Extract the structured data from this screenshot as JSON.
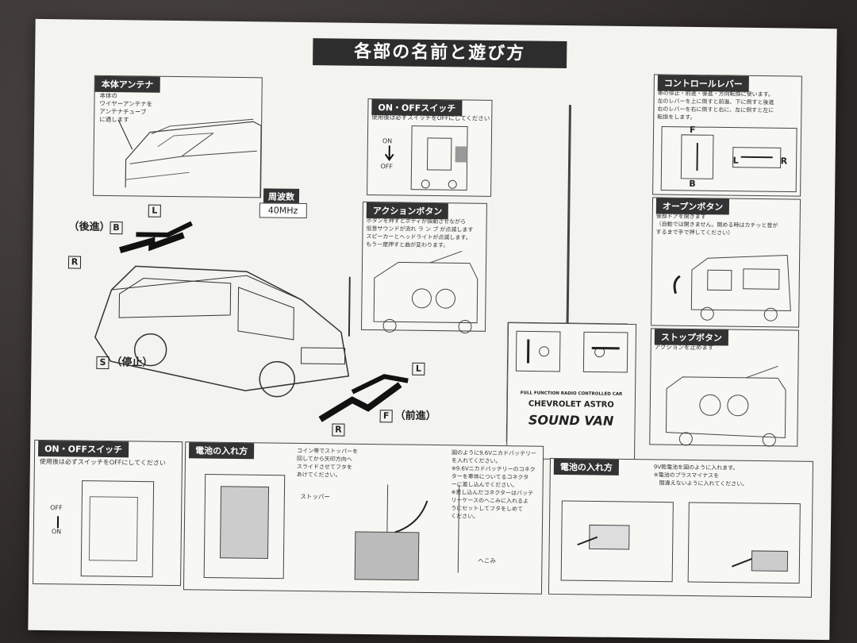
{
  "title": "各部の名前と遊び方",
  "antenna": {
    "label": "本体アンテナ",
    "text": "本体の\nワイヤーアンテナを\nアンテナチューブ\nに通します"
  },
  "onoff_top": {
    "label": "ON・OFFスイッチ",
    "text": "使用後は必ずスイッチをOFFにしてください",
    "on": "ON",
    "off": "OFF"
  },
  "action": {
    "label": "アクションボタン",
    "text": "ボタンを押すとボディが振動させながら\n低音サウンドが流れ ラ ン プ が点滅します\nスピーカーとヘッドライトが点滅します。\nもう一度押すと曲が変わります。"
  },
  "control": {
    "label": "コントロールレバー",
    "text": "車の停止・前進・後進・方向転換に使います。\n左のレバーを上に倒すと前進、下に倒すと後進\n右のレバーを右に倒すと右に、左に倒すと左に\n転換をします。",
    "f": "F",
    "b": "B",
    "l": "L",
    "r": "R"
  },
  "open": {
    "label": "オープンボタン",
    "text": "後部ドアを開きます\n（自動では開きません。閉める時はカチッと音が\nするまで手で押してください）"
  },
  "stop": {
    "label": "ストップボタン",
    "text": "アクションを止めます"
  },
  "frequency": {
    "label": "周波数",
    "value": "40MHz"
  },
  "directions": {
    "back": "（後進）",
    "b": "B",
    "l_top": "L",
    "r_top": "R",
    "s": "S",
    "stop": "（停止）",
    "l_bot": "L",
    "f": "F",
    "forward": "（前進）",
    "r_bot": "R"
  },
  "remote": {
    "line1": "FULL FUNCTION RADIO CONTROLLED CAR",
    "line2": "CHEVROLET ASTRO",
    "line3": "SOUND VAN"
  },
  "onoff_bottom": {
    "label": "ON・OFFスイッチ",
    "text": "使用後は必ずスイッチをOFFにしてください",
    "off": "OFF",
    "on": "ON"
  },
  "battery_car": {
    "label": "電池の入れ方",
    "text1": "コイン等でストッパーを\n回してから矢印方向へ\nスライドさせてフタを\nあけてください。",
    "stopper": "ストッパー",
    "text2": "図のように9.6Vニカドバッテリー\nを入れてください。\n※9.6Vニカドバッテリーのコネク\nターを車体についてるコネクタ\nーに差し込んでください。\n※差し込んだコネクターはバッテ\nリーケースのへこみに入れるよ\nうにセットしてフタをしめて\nください。",
    "dent": "へこみ"
  },
  "battery_remote": {
    "label": "電池の入れ方",
    "text": "9V乾電池を図のように入れます。\n※電池のプラスマイナスを\n　間違えないように入れてください。"
  }
}
